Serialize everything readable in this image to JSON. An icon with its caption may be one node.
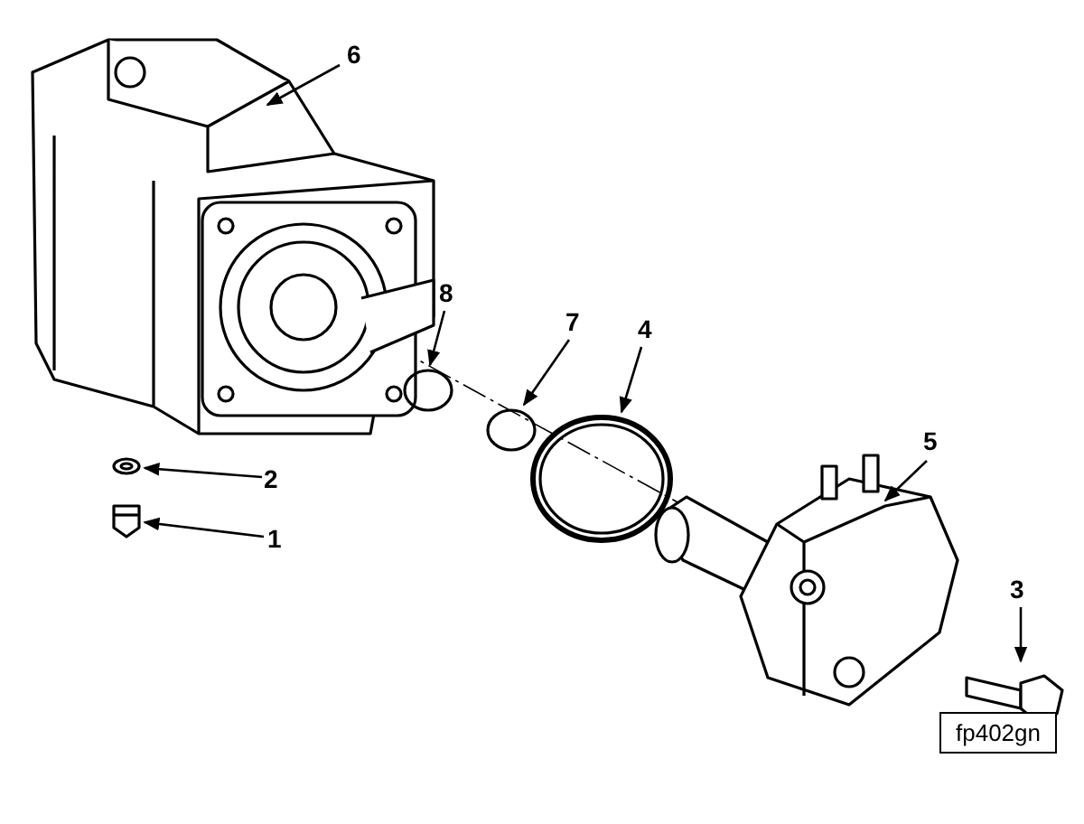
{
  "diagram": {
    "nodes": [
      {
        "text": [
          "6"
        ]
      },
      {
        "text": [
          "8"
        ]
      },
      {
        "text": [
          "7"
        ]
      },
      {
        "text": [
          "4"
        ]
      },
      {
        "text": [
          "5"
        ]
      },
      {
        "text": [
          "2"
        ]
      },
      {
        "text": [
          "1"
        ]
      },
      {
        "text": [
          "3"
        ]
      },
      {
        "text": [],
        "shape": "picture"
      },
      {
        "text": [],
        "shape": "picture"
      },
      {
        "text": [],
        "shape": "picture"
      },
      {
        "text": [],
        "shape": "circle"
      },
      {
        "text": [],
        "shape": "circle"
      },
      {
        "text": [],
        "shape": "circle"
      },
      {
        "text": [],
        "shape": "picture"
      },
      {
        "text": [],
        "shape": "picture"
      }
    ],
    "edges": [
      {
        "from": 0,
        "to": 8,
        "arrow": "to"
      },
      {
        "from": 1,
        "to": 11,
        "arrow": "to"
      },
      {
        "from": 2,
        "to": 12,
        "arrow": "to"
      },
      {
        "from": 3,
        "to": 13,
        "arrow": "to"
      },
      {
        "from": 4,
        "to": 14,
        "arrow": "to"
      },
      {
        "from": 5,
        "to": 9,
        "arrow": "to"
      },
      {
        "from": 6,
        "to": 10,
        "arrow": "to"
      },
      {
        "from": 7,
        "to": 15,
        "arrow": "to"
      }
    ],
    "labels": [
      "fp402gn"
    ]
  }
}
